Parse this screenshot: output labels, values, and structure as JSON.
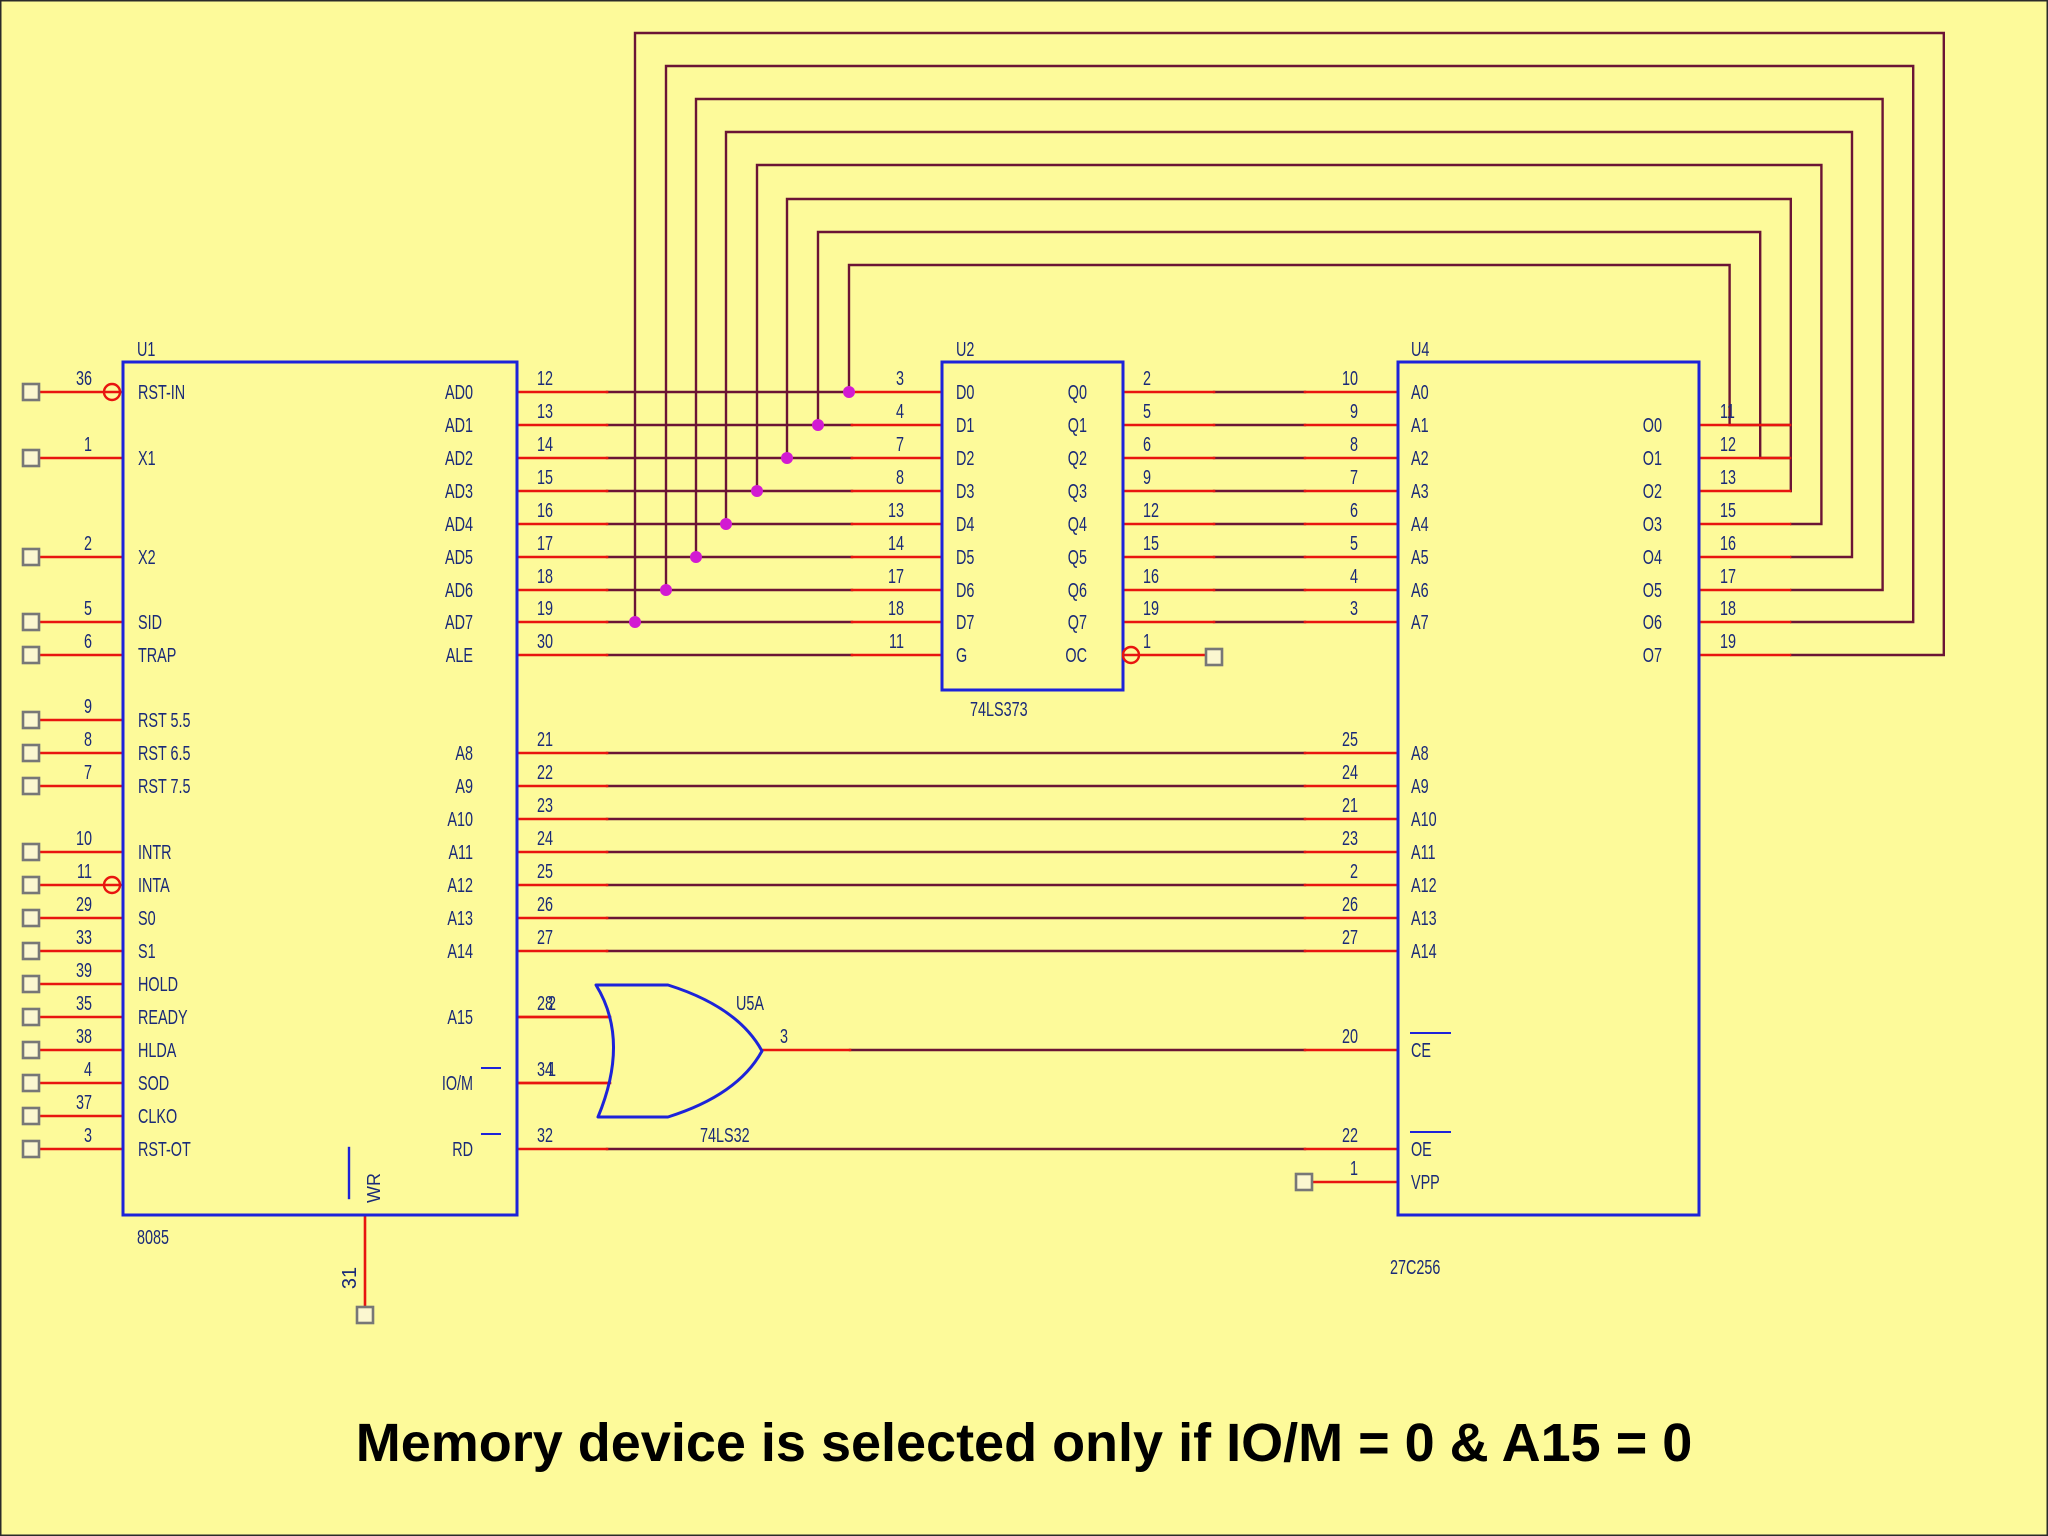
{
  "caption": "Memory device is selected only if IO/M = 0 & A15 = 0",
  "colors": {
    "background": "#fdfa9a",
    "chip_outline": "#1d23d9",
    "pin_lead": "#e8150f",
    "wire": "#6b1435",
    "junction": "#d21ad2",
    "text": "#1a2a78",
    "terminal": "#777777",
    "inversion_bubble": "#e8150f"
  },
  "chips": {
    "u1": {
      "ref": "U1",
      "part": "8085",
      "left_pins": [
        {
          "num": "36",
          "name": "RST-IN",
          "inverted": true
        },
        {
          "num": "1",
          "name": "X1"
        },
        {
          "num": "2",
          "name": "X2"
        },
        {
          "num": "5",
          "name": "SID"
        },
        {
          "num": "6",
          "name": "TRAP"
        },
        {
          "num": "9",
          "name": "RST 5.5"
        },
        {
          "num": "8",
          "name": "RST 6.5"
        },
        {
          "num": "7",
          "name": "RST 7.5"
        },
        {
          "num": "10",
          "name": "INTR"
        },
        {
          "num": "11",
          "name": "INTA",
          "inverted": true
        },
        {
          "num": "29",
          "name": "S0"
        },
        {
          "num": "33",
          "name": "S1"
        },
        {
          "num": "39",
          "name": "HOLD"
        },
        {
          "num": "35",
          "name": "READY"
        },
        {
          "num": "38",
          "name": "HLDA"
        },
        {
          "num": "4",
          "name": "SOD"
        },
        {
          "num": "37",
          "name": "CLKO"
        },
        {
          "num": "3",
          "name": "RST-OT"
        }
      ],
      "right_pins": [
        {
          "num": "12",
          "name": "AD0"
        },
        {
          "num": "13",
          "name": "AD1"
        },
        {
          "num": "14",
          "name": "AD2"
        },
        {
          "num": "15",
          "name": "AD3"
        },
        {
          "num": "16",
          "name": "AD4"
        },
        {
          "num": "17",
          "name": "AD5"
        },
        {
          "num": "18",
          "name": "AD6"
        },
        {
          "num": "19",
          "name": "AD7"
        },
        {
          "num": "30",
          "name": "ALE"
        },
        {
          "num": "21",
          "name": "A8"
        },
        {
          "num": "22",
          "name": "A9"
        },
        {
          "num": "23",
          "name": "A10"
        },
        {
          "num": "24",
          "name": "A11"
        },
        {
          "num": "25",
          "name": "A12"
        },
        {
          "num": "26",
          "name": "A13"
        },
        {
          "num": "27",
          "name": "A14"
        },
        {
          "num": "28",
          "name": "A15"
        },
        {
          "num": "34",
          "name": "IO/M",
          "overbar": true
        },
        {
          "num": "32",
          "name": "RD",
          "overbar": true
        }
      ],
      "bottom_pin": {
        "num": "31",
        "name": "WR",
        "overbar": true
      }
    },
    "u2": {
      "ref": "U2",
      "part": "74LS373",
      "left_pins": [
        {
          "num": "3",
          "name": "D0"
        },
        {
          "num": "4",
          "name": "D1"
        },
        {
          "num": "7",
          "name": "D2"
        },
        {
          "num": "8",
          "name": "D3"
        },
        {
          "num": "13",
          "name": "D4"
        },
        {
          "num": "14",
          "name": "D5"
        },
        {
          "num": "17",
          "name": "D6"
        },
        {
          "num": "18",
          "name": "D7"
        },
        {
          "num": "11",
          "name": "G"
        }
      ],
      "right_pins": [
        {
          "num": "2",
          "name": "Q0"
        },
        {
          "num": "5",
          "name": "Q1"
        },
        {
          "num": "6",
          "name": "Q2"
        },
        {
          "num": "9",
          "name": "Q3"
        },
        {
          "num": "12",
          "name": "Q4"
        },
        {
          "num": "15",
          "name": "Q5"
        },
        {
          "num": "16",
          "name": "Q6"
        },
        {
          "num": "19",
          "name": "Q7"
        },
        {
          "num": "1",
          "name": "OC",
          "inverted": true
        }
      ]
    },
    "u4": {
      "ref": "U4",
      "part": "27C256",
      "left_pins": [
        {
          "num": "10",
          "name": "A0"
        },
        {
          "num": "9",
          "name": "A1"
        },
        {
          "num": "8",
          "name": "A2"
        },
        {
          "num": "7",
          "name": "A3"
        },
        {
          "num": "6",
          "name": "A4"
        },
        {
          "num": "5",
          "name": "A5"
        },
        {
          "num": "4",
          "name": "A6"
        },
        {
          "num": "3",
          "name": "A7"
        },
        {
          "num": "25",
          "name": "A8"
        },
        {
          "num": "24",
          "name": "A9"
        },
        {
          "num": "21",
          "name": "A10"
        },
        {
          "num": "23",
          "name": "A11"
        },
        {
          "num": "2",
          "name": "A12"
        },
        {
          "num": "26",
          "name": "A13"
        },
        {
          "num": "27",
          "name": "A14"
        },
        {
          "num": "20",
          "name": "CE",
          "overbar": true
        },
        {
          "num": "22",
          "name": "OE",
          "overbar": true
        },
        {
          "num": "1",
          "name": "VPP"
        }
      ],
      "right_pins": [
        {
          "num": "11",
          "name": "O0"
        },
        {
          "num": "12",
          "name": "O1"
        },
        {
          "num": "13",
          "name": "O2"
        },
        {
          "num": "15",
          "name": "O3"
        },
        {
          "num": "16",
          "name": "O4"
        },
        {
          "num": "17",
          "name": "O5"
        },
        {
          "num": "18",
          "name": "O6"
        },
        {
          "num": "19",
          "name": "O7"
        }
      ]
    },
    "u5a": {
      "ref": "U5A",
      "part": "74LS32",
      "input_pins": [
        "2",
        "1"
      ],
      "output_pin": "3"
    }
  }
}
